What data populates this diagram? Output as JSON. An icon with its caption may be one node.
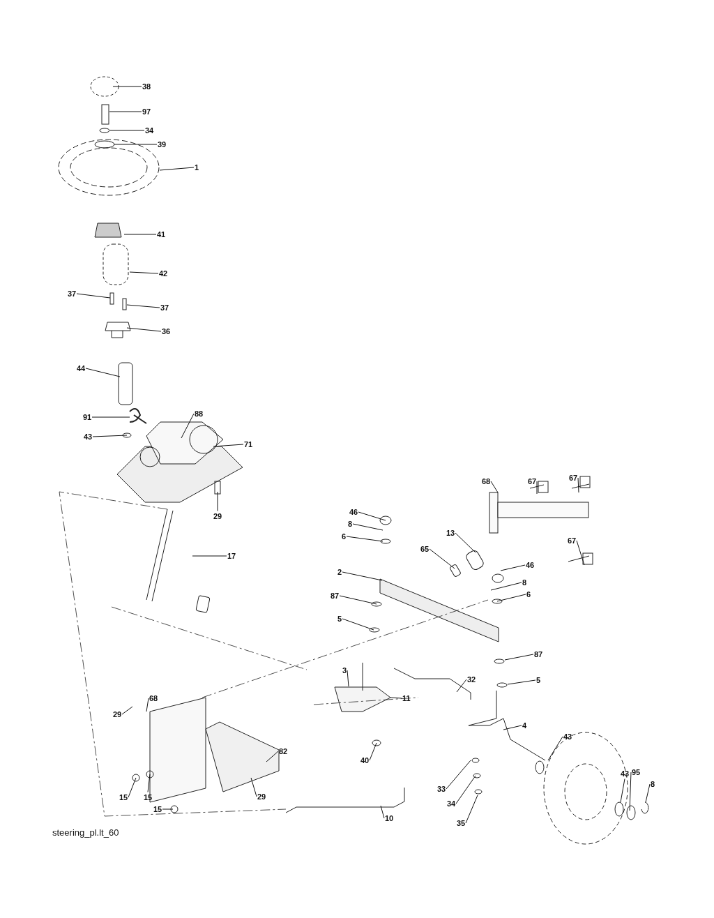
{
  "diagram": {
    "caption": "steering_pl.lt_60",
    "nodes": [
      {
        "text": [
          "38"
        ]
      },
      {
        "text": [
          "97"
        ]
      },
      {
        "text": [
          "34"
        ]
      },
      {
        "text": [
          "39"
        ]
      },
      {
        "text": [
          "1"
        ]
      },
      {
        "text": [
          "41"
        ]
      },
      {
        "text": [
          "42"
        ]
      },
      {
        "text": [
          "37"
        ]
      },
      {
        "text": [
          "37"
        ]
      },
      {
        "text": [
          "36"
        ]
      },
      {
        "text": [
          "44"
        ]
      },
      {
        "text": [
          "91"
        ]
      },
      {
        "text": [
          "43"
        ]
      },
      {
        "text": [
          "88"
        ]
      },
      {
        "text": [
          "71"
        ]
      },
      {
        "text": [
          "29"
        ]
      },
      {
        "text": [
          "17"
        ]
      },
      {
        "text": [
          "68"
        ]
      },
      {
        "text": [
          "67"
        ]
      },
      {
        "text": [
          "67"
        ]
      },
      {
        "text": [
          "67"
        ]
      },
      {
        "text": [
          "46"
        ]
      },
      {
        "text": [
          "8"
        ]
      },
      {
        "text": [
          "6"
        ]
      },
      {
        "text": [
          "13"
        ]
      },
      {
        "text": [
          "65"
        ]
      },
      {
        "text": [
          "2"
        ]
      },
      {
        "text": [
          "46"
        ]
      },
      {
        "text": [
          "8"
        ]
      },
      {
        "text": [
          "6"
        ]
      },
      {
        "text": [
          "87"
        ]
      },
      {
        "text": [
          "5"
        ]
      },
      {
        "text": [
          "87"
        ]
      },
      {
        "text": [
          "5"
        ]
      },
      {
        "text": [
          "3"
        ]
      },
      {
        "text": [
          "32"
        ]
      },
      {
        "text": [
          "11"
        ]
      },
      {
        "text": [
          "68"
        ]
      },
      {
        "text": [
          "29"
        ]
      },
      {
        "text": [
          "82"
        ]
      },
      {
        "text": [
          "4"
        ]
      },
      {
        "text": [
          "43"
        ]
      },
      {
        "text": [
          "43"
        ]
      },
      {
        "text": [
          "95"
        ]
      },
      {
        "text": [
          "8"
        ]
      },
      {
        "text": [
          "40"
        ]
      },
      {
        "text": [
          "33"
        ]
      },
      {
        "text": [
          "34"
        ]
      },
      {
        "text": [
          "35"
        ]
      },
      {
        "text": [
          "15"
        ]
      },
      {
        "text": [
          "15"
        ]
      },
      {
        "text": [
          "15"
        ]
      },
      {
        "text": [
          "29"
        ]
      },
      {
        "text": [
          "10"
        ]
      }
    ],
    "edges": [
      {
        "from": 0,
        "to": null,
        "arrow": "none"
      },
      {
        "from": 1,
        "to": null,
        "arrow": "none"
      },
      {
        "from": 2,
        "to": null,
        "arrow": "none"
      },
      {
        "from": 3,
        "to": null,
        "arrow": "none"
      },
      {
        "from": 4,
        "to": null,
        "arrow": "none"
      },
      {
        "from": 5,
        "to": null,
        "arrow": "none"
      },
      {
        "from": 6,
        "to": null,
        "arrow": "none"
      },
      {
        "from": 7,
        "to": null,
        "arrow": "none"
      },
      {
        "from": 8,
        "to": null,
        "arrow": "none"
      },
      {
        "from": 9,
        "to": null,
        "arrow": "none"
      },
      {
        "from": 10,
        "to": null,
        "arrow": "none"
      },
      {
        "from": 11,
        "to": null,
        "arrow": "none"
      },
      {
        "from": 12,
        "to": null,
        "arrow": "none"
      },
      {
        "from": 13,
        "to": null,
        "arrow": "none"
      },
      {
        "from": 14,
        "to": null,
        "arrow": "none"
      },
      {
        "from": 15,
        "to": null,
        "arrow": "none"
      },
      {
        "from": 16,
        "to": null,
        "arrow": "none"
      },
      {
        "from": 17,
        "to": null,
        "arrow": "none"
      },
      {
        "from": 18,
        "to": null,
        "arrow": "none"
      },
      {
        "from": 19,
        "to": null,
        "arrow": "none"
      },
      {
        "from": 20,
        "to": null,
        "arrow": "none"
      },
      {
        "from": 21,
        "to": null,
        "arrow": "none"
      },
      {
        "from": 22,
        "to": null,
        "arrow": "none"
      },
      {
        "from": 23,
        "to": null,
        "arrow": "none"
      },
      {
        "from": 24,
        "to": null,
        "arrow": "none"
      },
      {
        "from": 25,
        "to": null,
        "arrow": "none"
      },
      {
        "from": 26,
        "to": null,
        "arrow": "none"
      },
      {
        "from": 27,
        "to": null,
        "arrow": "none"
      },
      {
        "from": 28,
        "to": null,
        "arrow": "none"
      },
      {
        "from": 29,
        "to": null,
        "arrow": "none"
      },
      {
        "from": 30,
        "to": null,
        "arrow": "none"
      },
      {
        "from": 31,
        "to": null,
        "arrow": "none"
      },
      {
        "from": 32,
        "to": null,
        "arrow": "none"
      },
      {
        "from": 33,
        "to": null,
        "arrow": "none"
      },
      {
        "from": 34,
        "to": null,
        "arrow": "none"
      },
      {
        "from": 35,
        "to": null,
        "arrow": "none"
      },
      {
        "from": 36,
        "to": null,
        "arrow": "none"
      },
      {
        "from": 37,
        "to": null,
        "arrow": "none"
      },
      {
        "from": 38,
        "to": null,
        "arrow": "none"
      },
      {
        "from": 39,
        "to": null,
        "arrow": "none"
      },
      {
        "from": 40,
        "to": null,
        "arrow": "none"
      },
      {
        "from": 41,
        "to": null,
        "arrow": "none"
      },
      {
        "from": 42,
        "to": null,
        "arrow": "none"
      },
      {
        "from": 43,
        "to": null,
        "arrow": "none"
      },
      {
        "from": 44,
        "to": null,
        "arrow": "none"
      },
      {
        "from": 45,
        "to": null,
        "arrow": "none"
      },
      {
        "from": 46,
        "to": null,
        "arrow": "none"
      },
      {
        "from": 47,
        "to": null,
        "arrow": "none"
      },
      {
        "from": 48,
        "to": null,
        "arrow": "none"
      },
      {
        "from": 49,
        "to": null,
        "arrow": "none"
      },
      {
        "from": 50,
        "to": null,
        "arrow": "none"
      },
      {
        "from": 51,
        "to": null,
        "arrow": "none"
      },
      {
        "from": 52,
        "to": null,
        "arrow": "none"
      },
      {
        "from": 53,
        "to": null,
        "arrow": "none"
      }
    ]
  }
}
